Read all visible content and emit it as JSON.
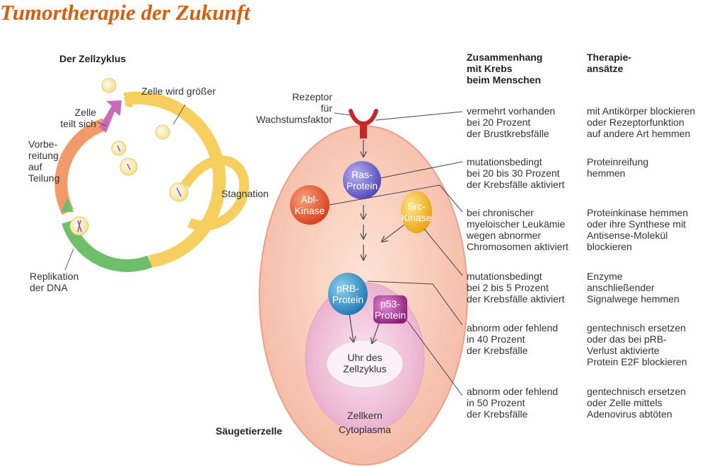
{
  "title": "Tumortherapie der Zukunft",
  "cycle": {
    "heading": "Der Zellzyklus",
    "grows": "Zelle wird größer",
    "divides": "Zelle\nteilt sich",
    "prep": "Vorbe-\nreitung\nauf\nTeilung",
    "replication": "Replikation\nder DNA",
    "stagnation": "Stagnation"
  },
  "cell": {
    "receptor": "Rezeptor\nfür\nWachstumsfaktor",
    "ras": "Ras-\nProtein",
    "abl": "Abl-\nKinase",
    "src": "Src-\nKinase",
    "prb": "pRB-\nProtein",
    "p53": "p53-\nProtein",
    "clock": "Uhr des\nZellzyklus",
    "nucleus": "Zellkern",
    "cytoplasm": "Cytoplasma",
    "mammal_cell": "Säugetierzelle"
  },
  "colors": {
    "title": "#d2600f",
    "cycle_yellow": "#f6cf5f",
    "cycle_orange": "#f29a6a",
    "cycle_green": "#6fbf6a",
    "cycle_magenta": "#c86ab8",
    "cell_fill": "#f7c9b8",
    "nucleus_fill": "#f0bfd8",
    "ras": "#6a62c9",
    "abl": "#e2572e",
    "src": "#f2b520",
    "prb": "#2e8fc4",
    "p53": "#b0359a",
    "receptor": "#c9262a"
  },
  "table": {
    "col1_header": "Zusammenhang\nmit Krebs\nbeim Menschen",
    "col2_header": "Therapie-\nansätze",
    "rows": [
      {
        "cancer": "vermehrt vorhanden\nbei 20 Prozent\nder Brustkrebsfälle",
        "therapy": "mit Antikörper blockieren\noder Rezeptorfunktion\nauf andere Art hemmen"
      },
      {
        "cancer": "mutationsbedingt\nbei 20 bis 30 Prozent\nder Krebsfälle aktiviert",
        "therapy": "Proteinreifung\nhemmen"
      },
      {
        "cancer": "bei chronischer\nmyeloischer Leukämie\nwegen abnormer\nChromosomen aktiviert",
        "therapy": "Proteinkinase hemmen\noder ihre Synthese mit\nAntisense-Molekül\nblockieren"
      },
      {
        "cancer": "mutationsbedingt\nbei 2 bis 5 Prozent\nder Krebsfälle aktiviert",
        "therapy": "Enzyme\nanschließender\nSignalwege hemmen"
      },
      {
        "cancer": "abnorm oder fehlend\nin 40 Prozent\nder Krebsfälle",
        "therapy": "gentechnisch ersetzen\noder das bei pRB-\nVerlust aktivierte\nProtein E2F blockieren"
      },
      {
        "cancer": "abnorm oder fehlend\nin 50 Prozent\nder Krebsfälle",
        "therapy": "gentechnisch ersetzen\noder Zelle mittels\nAdenovirus abtöten"
      }
    ]
  }
}
